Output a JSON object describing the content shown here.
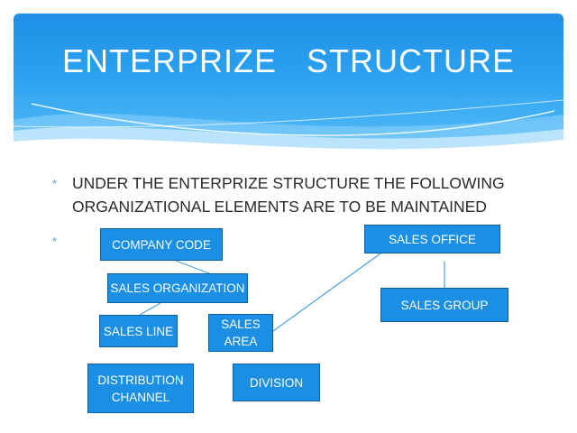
{
  "slide": {
    "title": "ENTERPRIZE   STRUCTURE",
    "bullets": [
      "UNDER  THE ENTERPRIZE STRUCTURE THE FOLLOWING ORGANIZATIONAL ELEMENTS ARE TO BE MAINTAINED",
      ""
    ],
    "bullet_glyph": "*"
  },
  "diagram": {
    "nodes": {
      "company_code": "COMPANY CODE",
      "sales_organization": "SALES ORGANIZATION",
      "sales_line": "SALES LINE",
      "sales_area": "SALES AREA",
      "distribution_channel": "DISTRIBUTION CHANNEL",
      "division": "DIVISION",
      "sales_office": "SALES OFFICE",
      "sales_group": "SALES GROUP"
    }
  },
  "colors": {
    "header_top": "#1e8fe6",
    "box_fill": "#1a8fe3",
    "box_border": "#0b5fa5",
    "connector": "#4aa3e3"
  }
}
